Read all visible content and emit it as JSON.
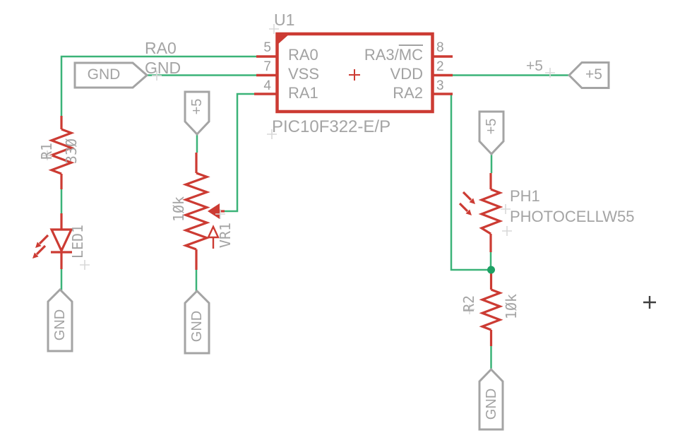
{
  "colors": {
    "component_red": "#cc3b33",
    "wire_green": "#3bb378",
    "junction_green": "#1da164",
    "symbol_gray": "#a4a4a4",
    "origin_cross_gray": "#d6d6d6",
    "marker_dark": "#3f3f3f",
    "background": "#ffffff"
  },
  "ic": {
    "refdes": "U1",
    "part_number": "PIC10F322-E/P",
    "left_pins": [
      {
        "number": "5",
        "name": "RA0"
      },
      {
        "number": "7",
        "name": "VSS"
      },
      {
        "number": "4",
        "name": "RA1"
      }
    ],
    "right_pins": [
      {
        "number": "8",
        "name": "RA3/MC",
        "prefix": "RA3/",
        "overline": "MC"
      },
      {
        "number": "2",
        "name": "VDD"
      },
      {
        "number": "3",
        "name": "RA2"
      }
    ],
    "center_marker": "+"
  },
  "nets": {
    "ra0_label": "RA0",
    "gnd_label": "GND",
    "plus5_label": "+5"
  },
  "power_flags": {
    "gnd": "GND",
    "plus5": "+5"
  },
  "components": {
    "r1": {
      "refdes": "R1",
      "value": "330",
      "display": "33Ø"
    },
    "led1": {
      "refdes": "LED1"
    },
    "vr1": {
      "refdes": "VR1",
      "value": "10k",
      "display": "1Øk"
    },
    "ph1": {
      "refdes": "PH1",
      "part": "PHOTOCELLW55"
    },
    "r2": {
      "refdes": "R2",
      "value": "10k",
      "display": "1Øk"
    }
  },
  "markers": {
    "sheet_cross": "+"
  }
}
